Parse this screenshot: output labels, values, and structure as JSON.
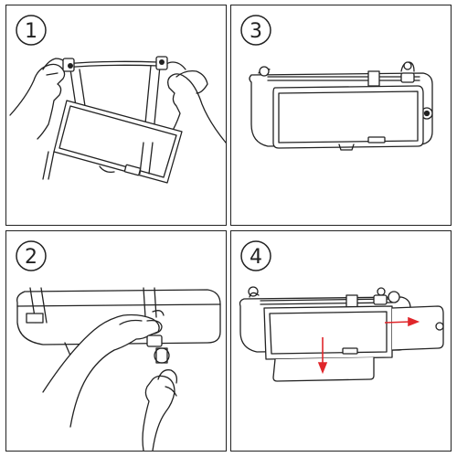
{
  "steps": [
    {
      "id": "step1",
      "label": "1"
    },
    {
      "id": "step3",
      "label": "3"
    },
    {
      "id": "step2",
      "label": "2"
    },
    {
      "id": "step4",
      "label": "4"
    }
  ],
  "colors": {
    "outline": "#222222",
    "arrow": "#e0262b",
    "background": "#ffffff"
  }
}
